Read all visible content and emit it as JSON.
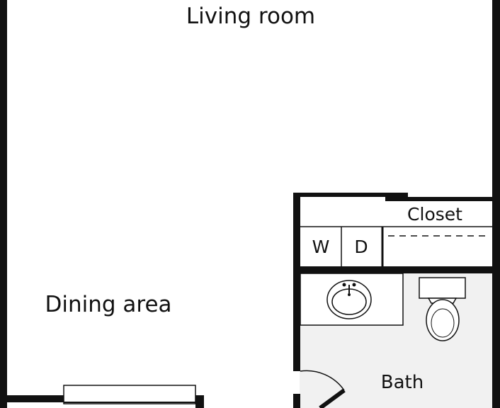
{
  "rooms": {
    "living_room": "Living room",
    "dining_area": "Dining area",
    "closet": "Closet",
    "washer": "W",
    "dryer": "D",
    "bath": "Bath"
  },
  "colors": {
    "wall": "#111111",
    "bath_floor": "#f1f1f1",
    "background": "#ffffff"
  }
}
